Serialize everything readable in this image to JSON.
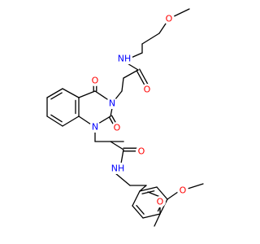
{
  "colors": {
    "carbon_bond": "#000000",
    "oxygen": "#ff0000",
    "nitrogen": "#0000ff",
    "background": "#ffffff"
  },
  "atom_labels": {
    "O_methoxy_propyl": "O",
    "NH_amide_top": "NH",
    "O_amide_top": "O",
    "O_c4_carbonyl": "O",
    "N3_ring": "N",
    "O_c2_carbonyl": "O",
    "N1_ring": "N",
    "O_acetamide": "O",
    "NH_amide_bottom": "NH",
    "O_methoxy_para": "O",
    "O_methoxy_meta": "O"
  }
}
